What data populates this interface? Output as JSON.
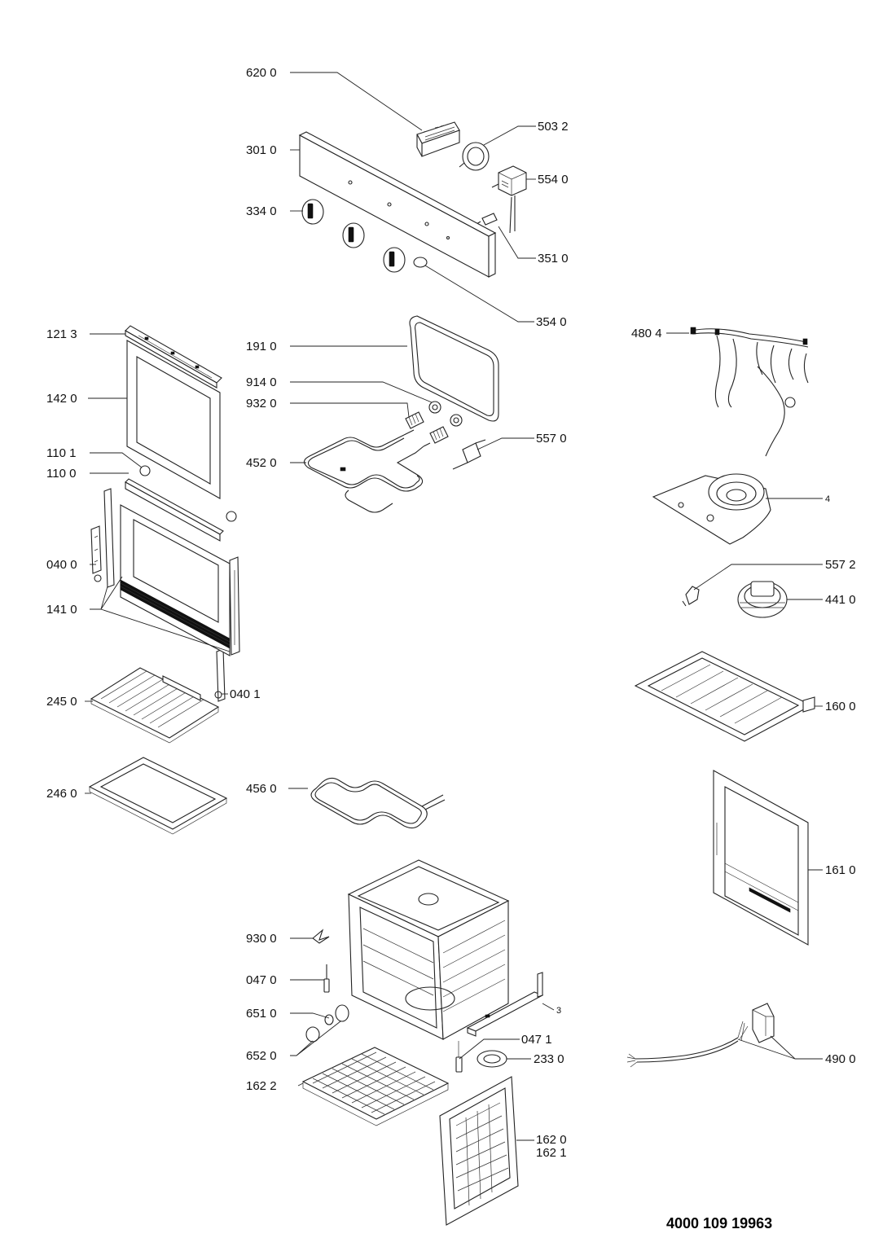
{
  "diagram": {
    "document_code": "4000 109 19963",
    "labels": [
      {
        "id": "6200",
        "text": "620 0"
      },
      {
        "id": "5032",
        "text": "503 2"
      },
      {
        "id": "3010",
        "text": "301 0"
      },
      {
        "id": "5540",
        "text": "554 0"
      },
      {
        "id": "3340",
        "text": "334 0"
      },
      {
        "id": "3510",
        "text": "351 0"
      },
      {
        "id": "3540",
        "text": "354 0"
      },
      {
        "id": "1213",
        "text": "121 3"
      },
      {
        "id": "1910",
        "text": "191 0"
      },
      {
        "id": "4804",
        "text": "480 4"
      },
      {
        "id": "1420",
        "text": "142 0"
      },
      {
        "id": "9140",
        "text": "914 0"
      },
      {
        "id": "9320",
        "text": "932 0"
      },
      {
        "id": "5570",
        "text": "557 0"
      },
      {
        "id": "1101",
        "text": "110 1"
      },
      {
        "id": "1100",
        "text": "110 0"
      },
      {
        "id": "4520",
        "text": "452 0"
      },
      {
        "id": "4",
        "text": "4"
      },
      {
        "id": "0400",
        "text": "040 0"
      },
      {
        "id": "5572",
        "text": "557 2"
      },
      {
        "id": "1410",
        "text": "141 0"
      },
      {
        "id": "4410",
        "text": "441 0"
      },
      {
        "id": "0401",
        "text": "040 1"
      },
      {
        "id": "2450",
        "text": "245 0"
      },
      {
        "id": "1600",
        "text": "160 0"
      },
      {
        "id": "2460",
        "text": "246 0"
      },
      {
        "id": "4560",
        "text": "456 0"
      },
      {
        "id": "1610",
        "text": "161 0"
      },
      {
        "id": "9300",
        "text": "930 0"
      },
      {
        "id": "0470",
        "text": "047 0"
      },
      {
        "id": "3",
        "text": "3"
      },
      {
        "id": "6510",
        "text": "651 0"
      },
      {
        "id": "4900",
        "text": "490 0"
      },
      {
        "id": "0471",
        "text": "047 1"
      },
      {
        "id": "6520",
        "text": "652 0"
      },
      {
        "id": "2330",
        "text": "233 0"
      },
      {
        "id": "1622",
        "text": "162 2"
      },
      {
        "id": "1620",
        "text": "162 0"
      },
      {
        "id": "1621",
        "text": "162 1"
      }
    ]
  }
}
